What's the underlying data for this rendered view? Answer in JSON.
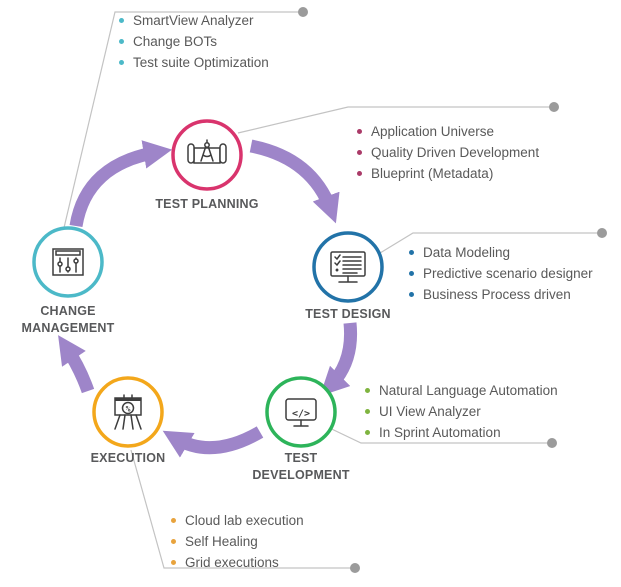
{
  "palette": {
    "arrow_purple": "#9e85c9",
    "connector_gray": "#c3c3c3",
    "dot_gray": "#9b9b9b",
    "label_text": "#58595b",
    "item_text": "#595959"
  },
  "stages": {
    "test_planning": {
      "label": "TEST PLANNING",
      "color": "#d9346d",
      "icon": "blueprint-compass-icon",
      "items": [
        "Application Universe",
        "Quality Driven Development",
        "Blueprint (Metadata)"
      ]
    },
    "test_design": {
      "label": "TEST DESIGN",
      "color": "#2273a8",
      "icon": "checklist-monitor-icon",
      "items": [
        "Data Modeling",
        "Predictive scenario designer",
        "Business Process driven"
      ]
    },
    "test_development": {
      "label": "TEST DEVELOPMENT",
      "color": "#2db45a",
      "icon": "code-monitor-icon",
      "icon_glyph": "</>",
      "items": [
        "Natural Language Automation",
        "UI View Analyzer",
        "In Sprint Automation"
      ]
    },
    "execution": {
      "label": "EXECUTION",
      "color": "#f3a71b",
      "icon": "easel-gear-icon",
      "icon_glyph": "%",
      "items": [
        "Cloud lab execution",
        "Self Healing",
        "Grid executions"
      ]
    },
    "change_management": {
      "label": "CHANGE MANAGEMENT",
      "color": "#4cb9c8",
      "icon": "sliders-panel-icon",
      "items": [
        "SmartView Analyzer",
        "Change BOTs",
        "Test suite Optimization"
      ]
    }
  }
}
